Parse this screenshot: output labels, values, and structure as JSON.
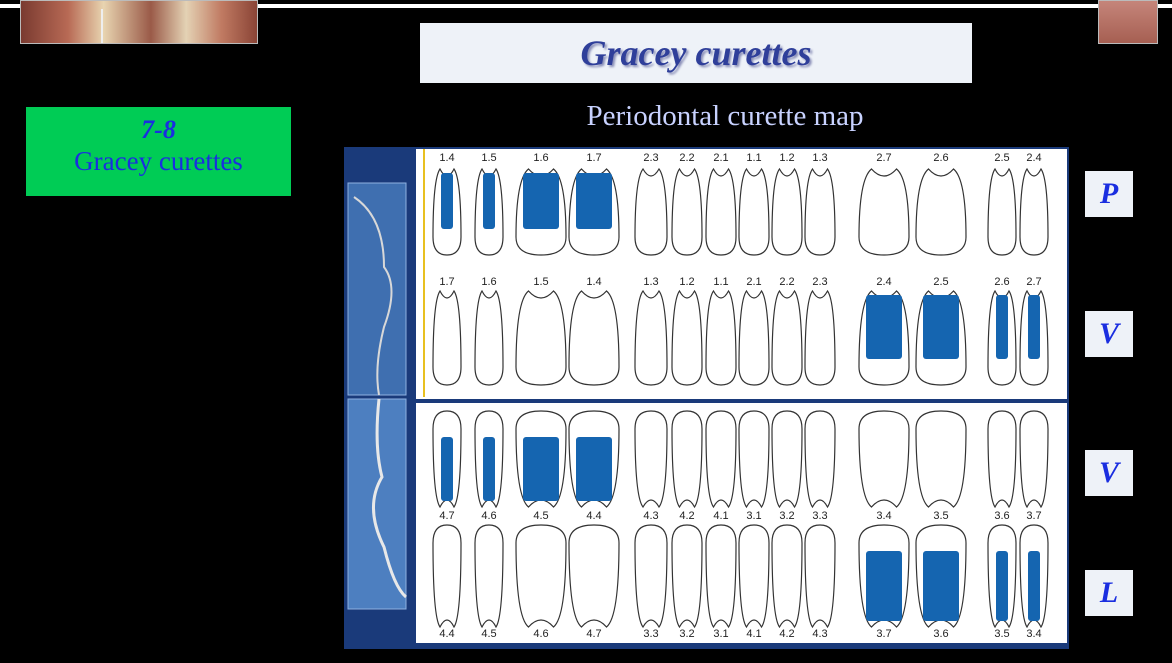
{
  "slide": {
    "title": "Gracey curettes",
    "subtitle": "Periodontal curette map",
    "instrument": {
      "number": "7-8",
      "name": "Gracey curettes"
    }
  },
  "side_labels": [
    "P",
    "V",
    "V",
    "L"
  ],
  "tooth_rows": [
    {
      "labels": [
        "1.4",
        "1.5",
        "1.6",
        "1.7",
        "2.3",
        "2.2",
        "2.1",
        "1.1",
        "1.2",
        "1.3",
        "2.7",
        "2.6",
        "2.5",
        "2.4"
      ],
      "highlighted": [
        "1.4",
        "1.5",
        "1.6",
        "1.7"
      ]
    },
    {
      "labels": [
        "1.7",
        "1.6",
        "1.5",
        "1.4",
        "1.3",
        "1.2",
        "1.1",
        "2.1",
        "2.2",
        "2.3",
        "2.4",
        "2.5",
        "2.6",
        "2.7"
      ],
      "highlighted": [
        "2.4",
        "2.5",
        "2.6",
        "2.7"
      ]
    },
    {
      "labels": [
        "4.7",
        "4.6",
        "4.5",
        "4.4",
        "4.3",
        "4.2",
        "4.1",
        "3.1",
        "3.2",
        "3.3",
        "3.4",
        "3.5",
        "3.6",
        "3.7"
      ],
      "highlighted": [
        "4.7",
        "4.6",
        "4.5",
        "4.4"
      ]
    },
    {
      "labels": [
        "4.4",
        "4.5",
        "4.6",
        "4.7",
        "3.3",
        "3.2",
        "3.1",
        "4.1",
        "4.2",
        "4.3",
        "3.7",
        "3.6",
        "3.5",
        "3.4"
      ],
      "highlighted": [
        "3.7",
        "3.6",
        "3.5",
        "3.4"
      ]
    }
  ],
  "colors": {
    "highlight": "#1565b0",
    "title_text": "#2f3f9a",
    "green_box": "#00cc55",
    "label_blue": "#1a2ee0"
  }
}
